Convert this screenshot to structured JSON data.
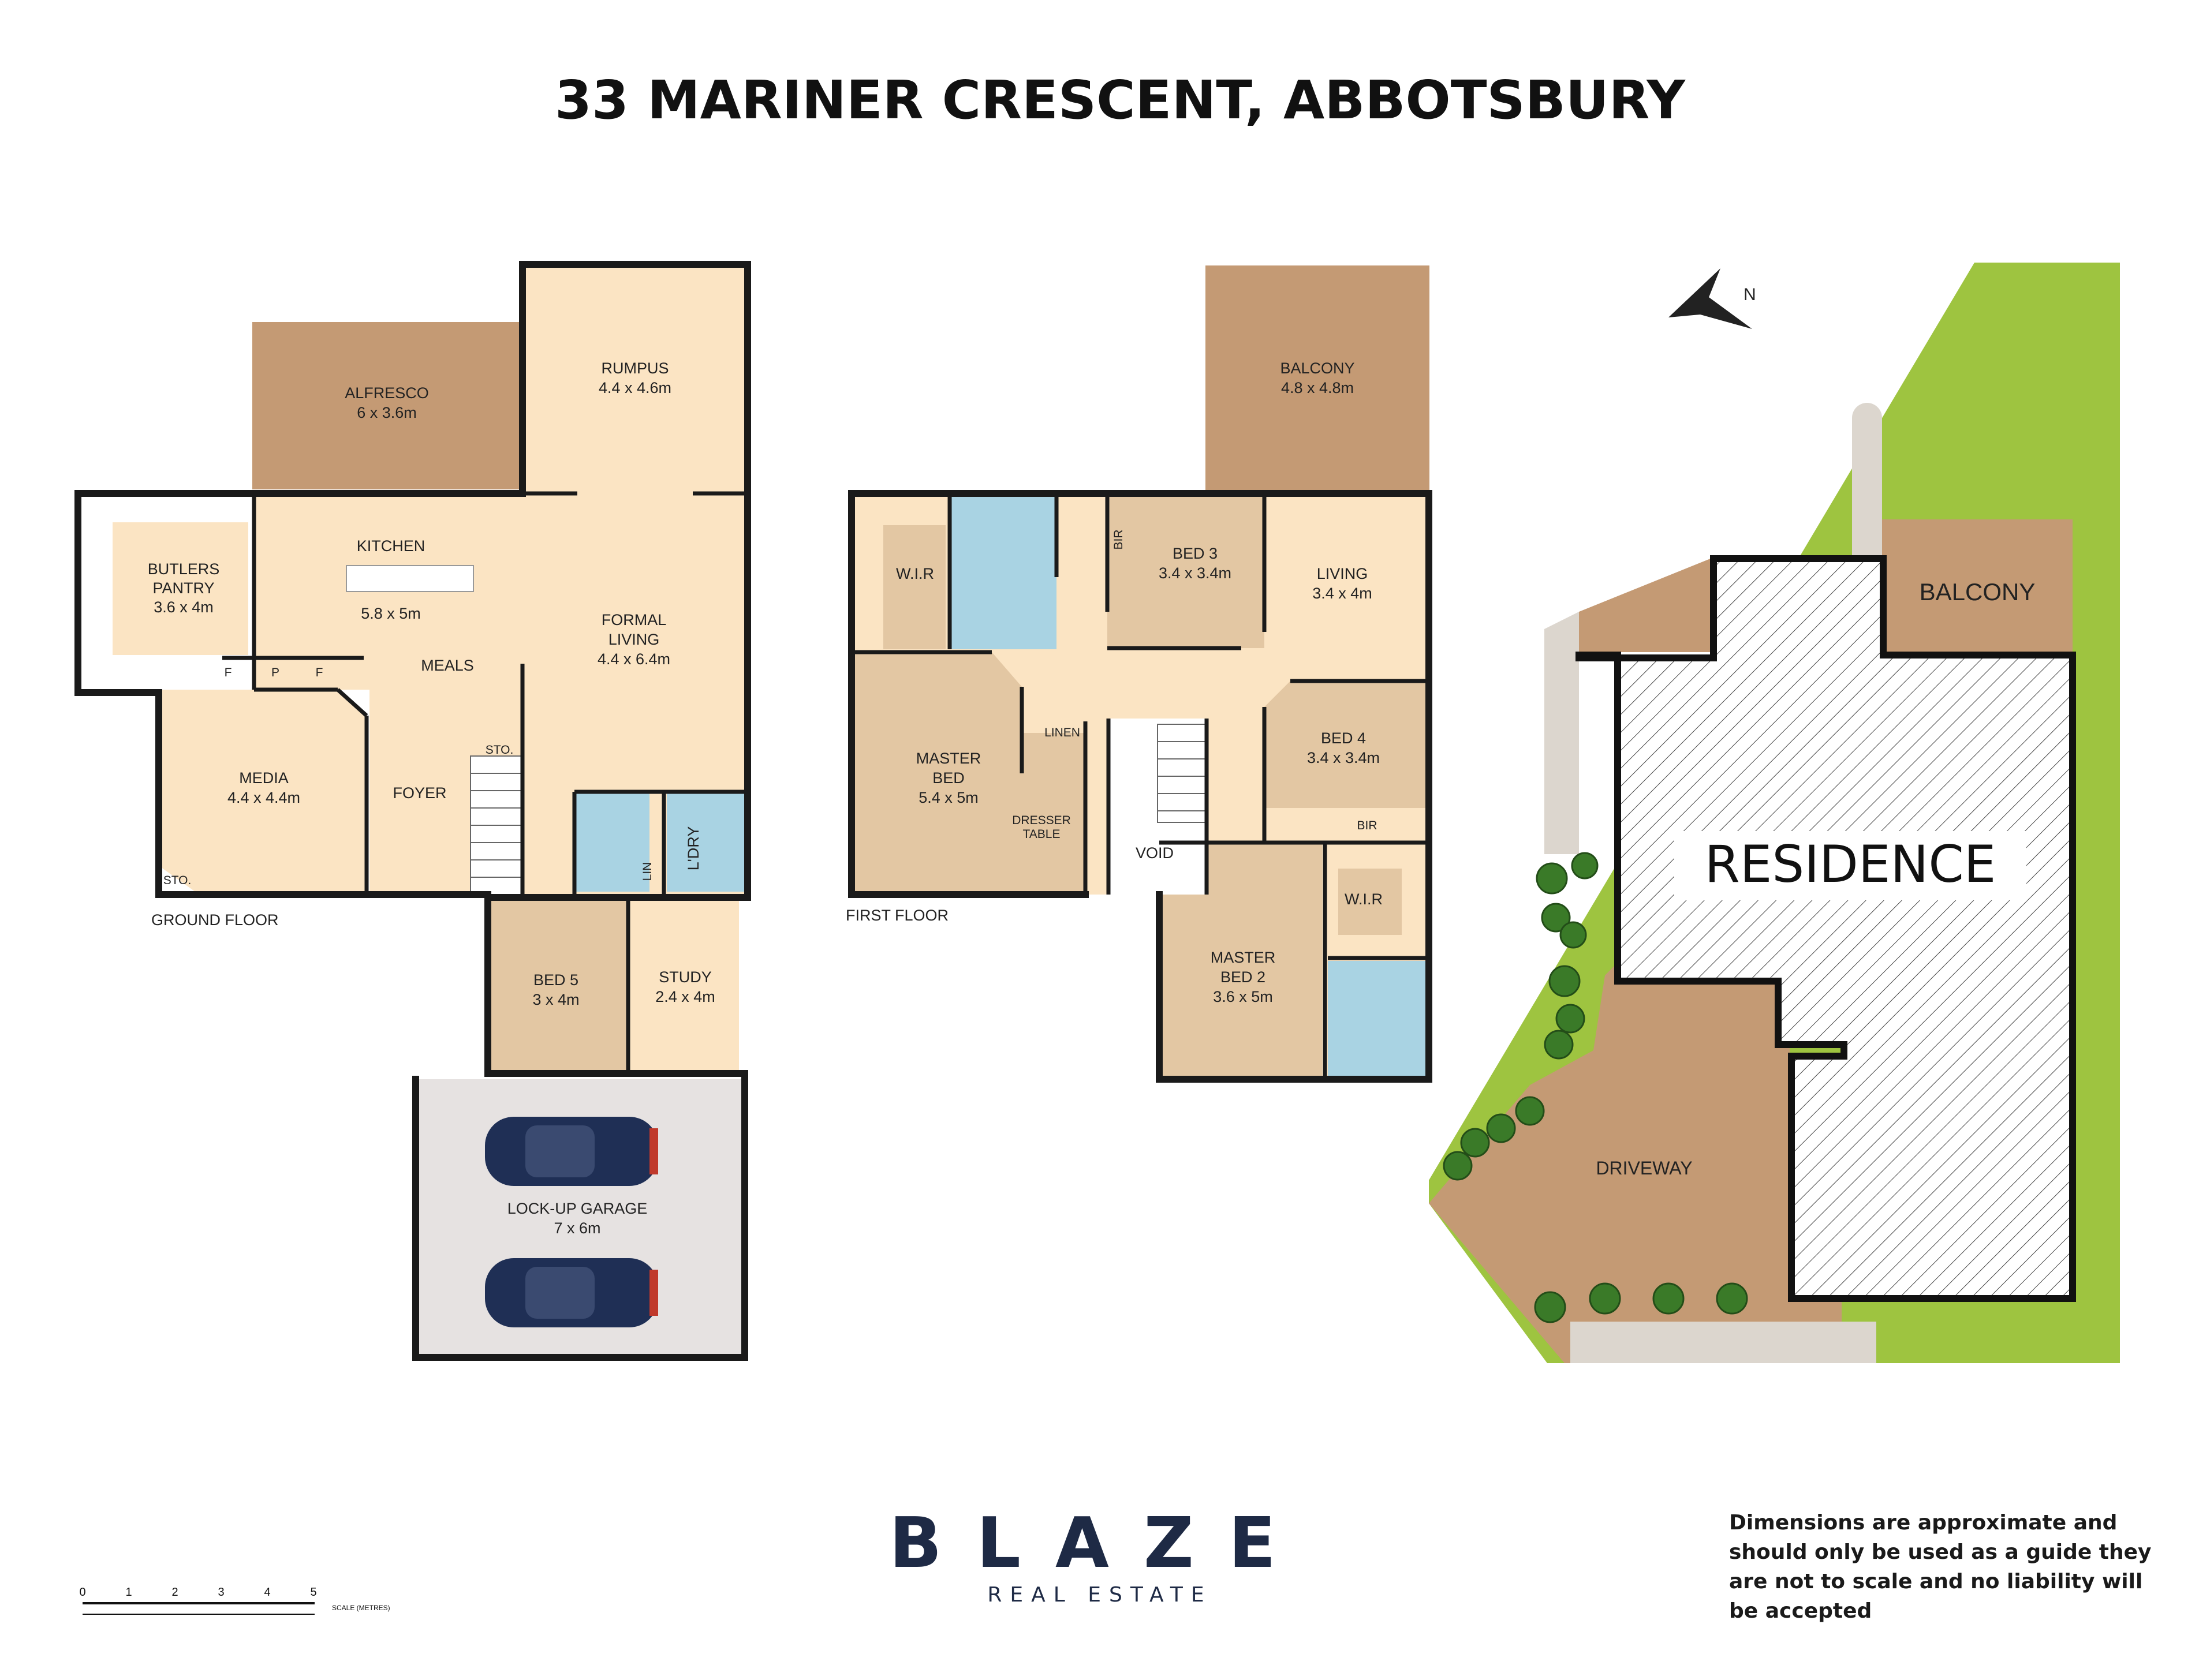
{
  "title": "33 MARINER CRESCENT, ABBOTSBURY",
  "floors": {
    "ground": "GROUND FLOOR",
    "first": "FIRST FLOOR"
  },
  "ground_rooms": {
    "alfresco": {
      "name": "ALFRESCO",
      "size": "6 x 3.6m"
    },
    "rumpus": {
      "name": "RUMPUS",
      "size": "4.4 x 4.6m"
    },
    "butlers": {
      "name1": "BUTLERS",
      "name2": "PANTRY",
      "size": "3.6 x 4m"
    },
    "kitchen": {
      "name": "KITCHEN",
      "size": "5.8 x 5m"
    },
    "meals": {
      "name": "MEALS"
    },
    "formal": {
      "name1": "FORMAL",
      "name2": "LIVING",
      "size": "4.4 x 6.4m"
    },
    "media": {
      "name": "MEDIA",
      "size": "4.4 x 4.4m"
    },
    "foyer": {
      "name": "FOYER"
    },
    "sto1": "STO.",
    "sto2": "STO.",
    "f1": "F",
    "p": "P",
    "f2": "F",
    "lin": "LIN",
    "ldry": "L'DRY",
    "bed5": {
      "name": "BED 5",
      "size": "3 x 4m"
    },
    "study": {
      "name": "STUDY",
      "size": "2.4 x 4m"
    },
    "garage": {
      "name": "LOCK-UP GARAGE",
      "size": "7 x 6m"
    }
  },
  "first_rooms": {
    "balcony": {
      "name": "BALCONY",
      "size": "4.8 x 4.8m"
    },
    "wir1": "W.I.R",
    "bir1": "BIR",
    "bed3": {
      "name": "BED 3",
      "size": "3.4 x 3.4m"
    },
    "living": {
      "name": "LIVING",
      "size": "3.4 x 4m"
    },
    "master": {
      "name1": "MASTER",
      "name2": "BED",
      "size": "5.4 x 5m"
    },
    "linen": "LINEN",
    "dresser": {
      "line1": "DRESSER",
      "line2": "TABLE"
    },
    "bed4": {
      "name": "BED 4",
      "size": "3.4 x 3.4m"
    },
    "bir2": "BIR",
    "void": "VOID",
    "wir2": "W.I.R",
    "master2": {
      "name1": "MASTER",
      "name2": "BED 2",
      "size": "3.6 x 5m"
    }
  },
  "site": {
    "balcony": "BALCONY",
    "residence": "RESIDENCE",
    "driveway": "DRIVEWAY",
    "north": "N"
  },
  "scale": {
    "ticks": [
      "0",
      "1",
      "2",
      "3",
      "4",
      "5"
    ],
    "label": "SCALE (METRES)"
  },
  "brand": {
    "name": "BLAZE",
    "tagline": "REAL ESTATE"
  },
  "disclaimer": "Dimensions are approximate and should only be used as a guide they are not to scale and no liability will be accepted",
  "colors": {
    "floor": "#fbe4c3",
    "room_brown": "#e3c7a3",
    "outdoor": "#c49a74",
    "wet": "#a9d3e3",
    "garage": "#e6e2e1",
    "lawn": "#9ec440",
    "path": "#dcd6ce",
    "brand": "#1e2a45",
    "car": "#1f2f55"
  }
}
